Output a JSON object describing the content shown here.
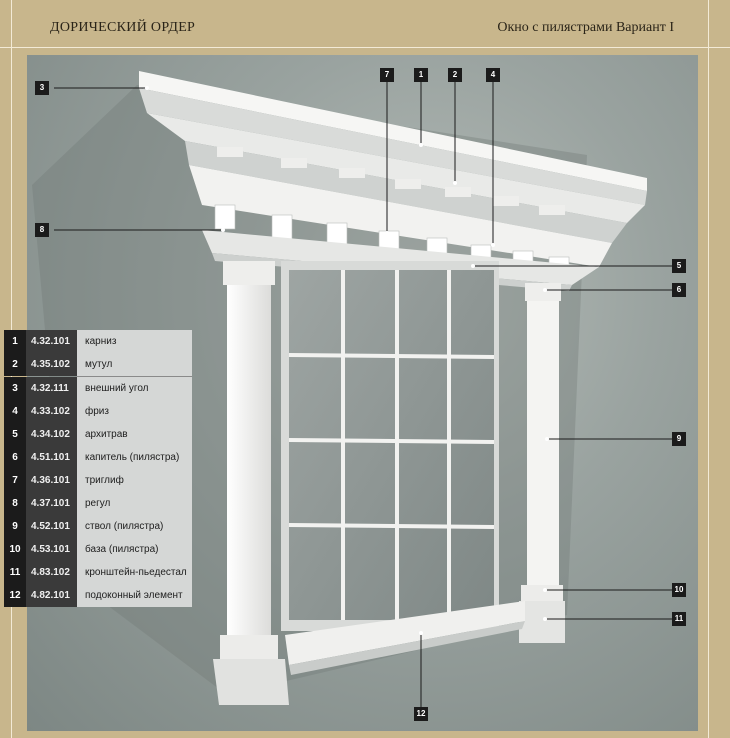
{
  "header": {
    "left_title": "ДОРИЧЕСКИЙ ОРДЕР",
    "right_title": "Окно с пилястрами Вариант I"
  },
  "callouts": [
    "1",
    "2",
    "3",
    "4",
    "5",
    "6",
    "7",
    "8",
    "9",
    "10",
    "11",
    "12"
  ],
  "legend": [
    {
      "num": "1",
      "code": "4.32.101",
      "name": "карниз"
    },
    {
      "num": "2",
      "code": "4.35.102",
      "name": "мутул"
    },
    {
      "num": "3",
      "code": "4.32.111",
      "name": "внешний угол"
    },
    {
      "num": "4",
      "code": "4.33.102",
      "name": "фриз"
    },
    {
      "num": "5",
      "code": "4.34.102",
      "name": "архитрав"
    },
    {
      "num": "6",
      "code": "4.51.101",
      "name": "капитель (пилястра)"
    },
    {
      "num": "7",
      "code": "4.36.101",
      "name": "триглиф"
    },
    {
      "num": "8",
      "code": "4.37.101",
      "name": "регул"
    },
    {
      "num": "9",
      "code": "4.52.101",
      "name": "ствол (пилястра)"
    },
    {
      "num": "10",
      "code": "4.53.101",
      "name": "база (пилястра)"
    },
    {
      "num": "11",
      "code": "4.83.102",
      "name": "кронштейн-пьедестал"
    },
    {
      "num": "12",
      "code": "4.82.101",
      "name": "подоконный элемент"
    }
  ],
  "colors": {
    "frame": "#c8b68c",
    "wall": "#9aa3a0",
    "molding": "#f2f2f0",
    "callout": "#1b1b1b"
  }
}
